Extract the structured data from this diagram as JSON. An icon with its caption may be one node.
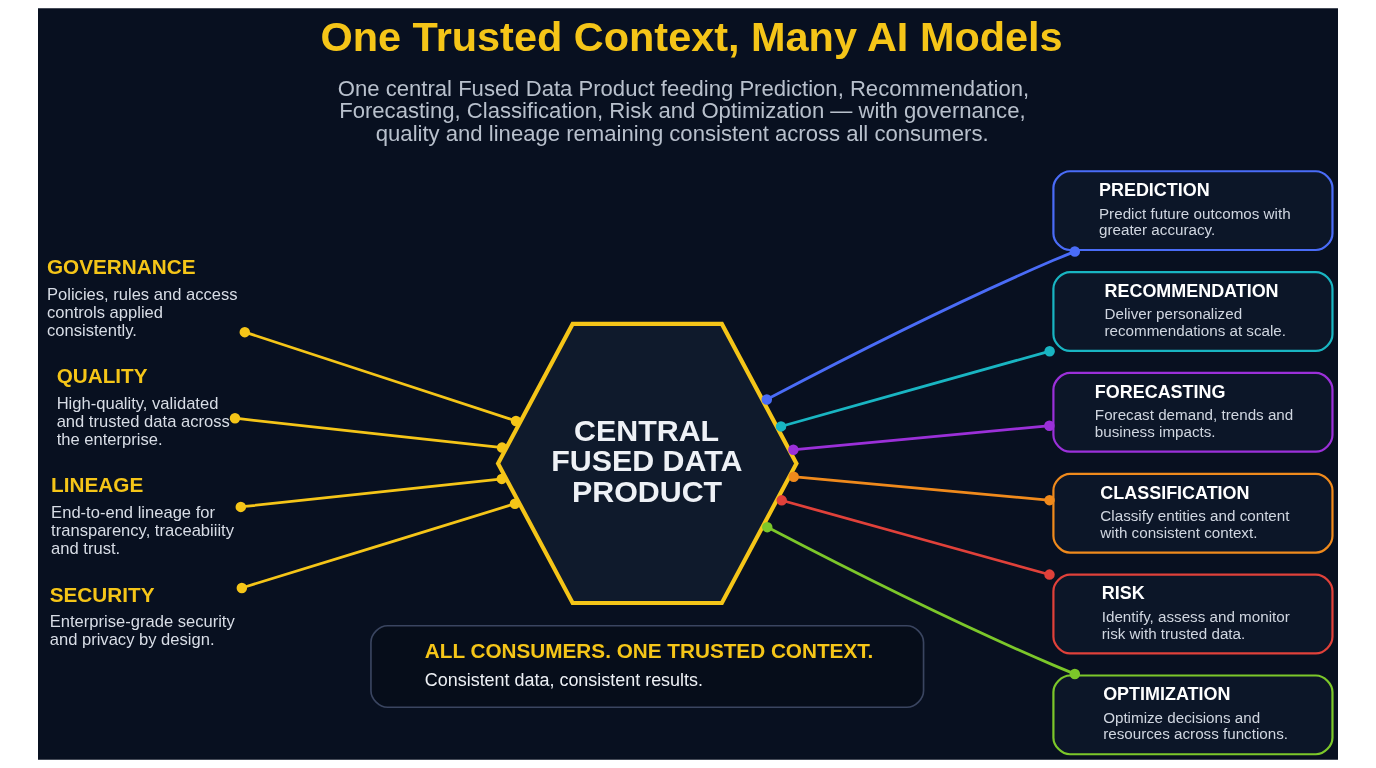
{
  "diagram": {
    "title": "One Trusted Context, Many AI Models",
    "caption": "One central Fused Data Product feeding Prediction, Recommendation, Forecasting, Classification, Risk and Optimization — with governance, quality and lineage remaining consistent across all consumers.",
    "nodes": [
      {
        "text": [
          "GOVERNANCE",
          "Policies, rules and access controls applied consistently."
        ]
      },
      {
        "text": [
          "QUALITY",
          "High-quality, validated and trusted data across the enterprise."
        ]
      },
      {
        "text": [
          "LINEAGE",
          "End-to-end lineage for transparency, traceabiiity and trust."
        ]
      },
      {
        "text": [
          "SECURITY",
          "Enterprise-grade security and privacy by design."
        ]
      },
      {
        "text": [
          "CENTRAL FUSED DATA PRODUCT"
        ]
      },
      {
        "text": [
          "PREDICTION",
          "Predict future outcomos with greater accuracy."
        ]
      },
      {
        "text": [
          "RECOMMENDATION",
          "Deliver personalized recommendations at scale."
        ]
      },
      {
        "text": [
          "FORECASTING",
          "Forecast demand, trends and business impacts."
        ]
      },
      {
        "text": [
          "CLASSIFICATION",
          "Classify entities and content with consistent context."
        ]
      },
      {
        "text": [
          "RISK",
          "Identify, assess and monitor risk with trusted data."
        ]
      },
      {
        "text": [
          "OPTIMIZATION",
          "Optimize decisions and resources across functions."
        ]
      },
      {
        "text": [
          "ALL CONSUMERS. ONE TRUSTED CONTEXT.",
          "Consistent data, consistent results."
        ]
      }
    ],
    "edges": [
      {
        "from": 0,
        "to": 4,
        "arrow": "other"
      },
      {
        "from": 1,
        "to": 4,
        "arrow": "other"
      },
      {
        "from": 2,
        "to": 4,
        "arrow": "other"
      },
      {
        "from": 3,
        "to": 4,
        "arrow": "other"
      },
      {
        "from": 4,
        "to": 5,
        "arrow": "other",
        "color": "#4a6cf7"
      },
      {
        "from": 4,
        "to": 6,
        "arrow": "other",
        "color": "#19b5c2"
      },
      {
        "from": 4,
        "to": 7,
        "arrow": "other",
        "color": "#9b30d9"
      },
      {
        "from": 4,
        "to": 8,
        "arrow": "other",
        "color": "#f08a1c"
      },
      {
        "from": 4,
        "to": 9,
        "arrow": "other",
        "color": "#e0413a"
      },
      {
        "from": 4,
        "to": 10,
        "arrow": "other",
        "color": "#7cc72a"
      }
    ]
  }
}
